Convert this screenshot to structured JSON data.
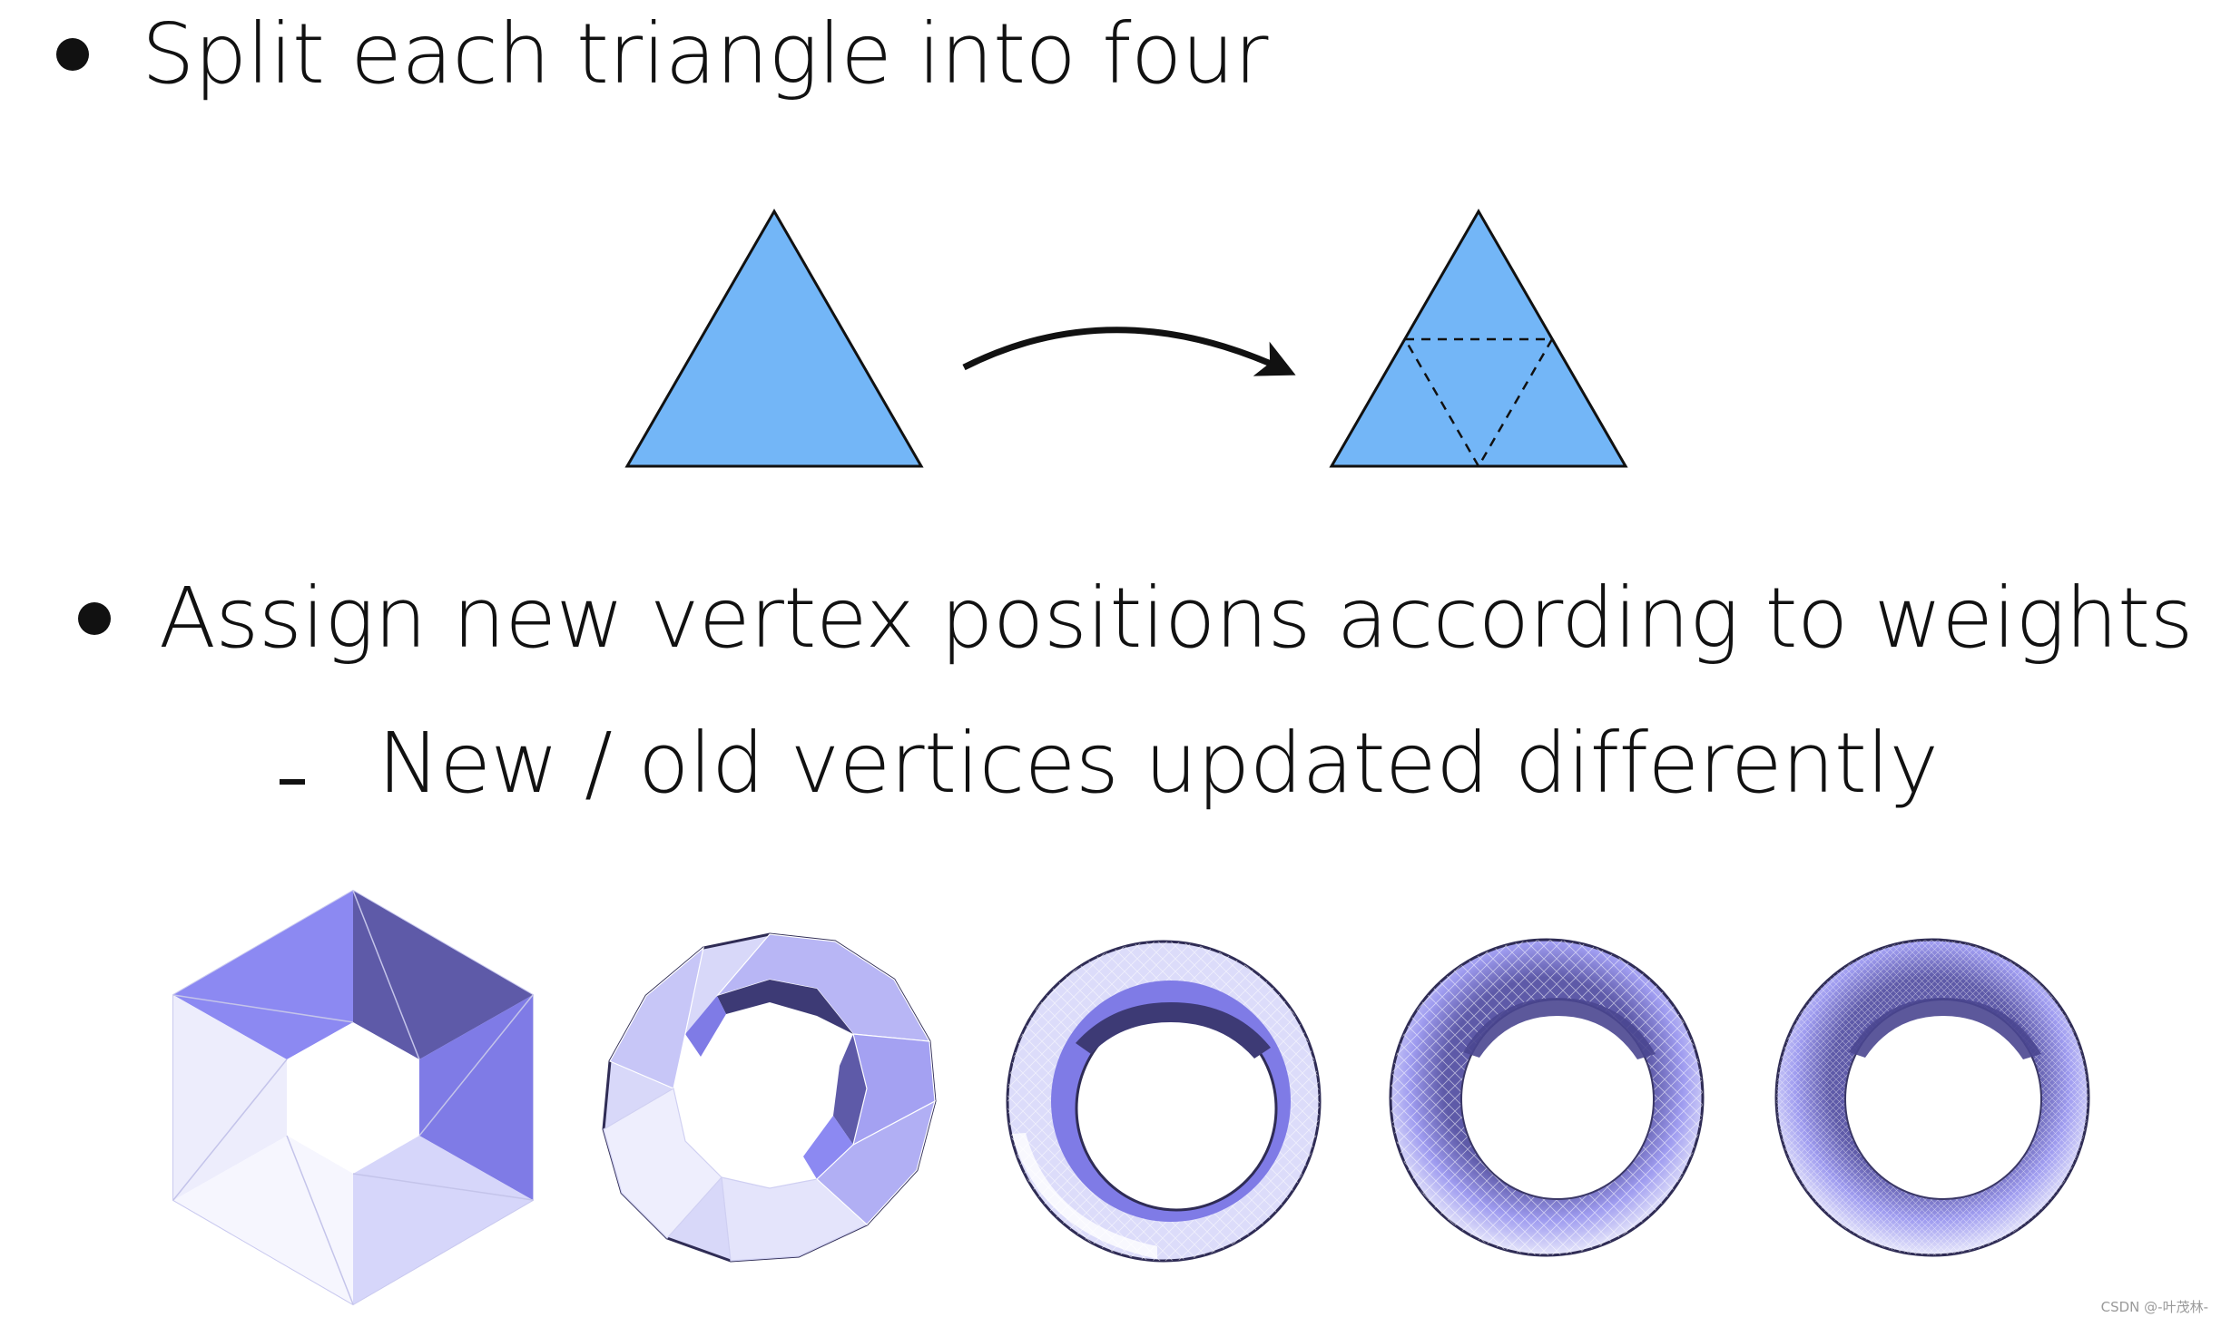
{
  "bullets": [
    {
      "text": "Split each triangle into four"
    },
    {
      "text": "Assign new vertex positions according to weights"
    }
  ],
  "sub_bullet": {
    "marker": "-",
    "text": "New / old vertices updated differently"
  },
  "colors": {
    "triangle_fill": "#73b6f7",
    "stroke": "#111111",
    "mesh_light": "#e4e4fb",
    "mesh_mid": "#a9a9f5",
    "mesh_dark": "#5e5aa8",
    "mesh_accent": "#7f7be6"
  },
  "watermark": "CSDN @-叶茂林-"
}
